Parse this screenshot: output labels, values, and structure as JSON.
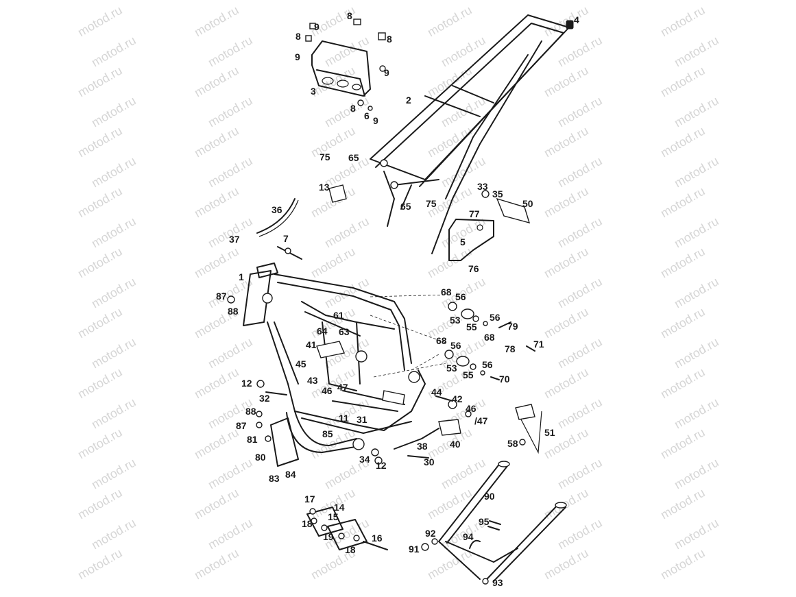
{
  "watermark": "motod.ru",
  "labels": {
    "l1": "1",
    "l2": "2",
    "l3": "3",
    "l4": "4",
    "l5": "5",
    "l6": "6",
    "l7": "7",
    "l8": "8",
    "l9": "9",
    "l11": "11",
    "l12": "12",
    "l13": "13",
    "l14": "14",
    "l15": "15",
    "l16": "16",
    "l17": "17",
    "l18": "18",
    "l19": "19",
    "l30": "30",
    "l31": "31",
    "l32": "32",
    "l33": "33",
    "l34": "34",
    "l35": "35",
    "l36": "36",
    "l37": "37",
    "l38": "38",
    "l40": "40",
    "l41": "41",
    "l42": "42",
    "l43": "43",
    "l44": "44",
    "l45": "45",
    "l46": "46",
    "l47": "47",
    "l50": "50",
    "l51": "51",
    "l53": "53",
    "l55": "55",
    "l56": "56",
    "l58": "58",
    "l61": "61",
    "l63": "63",
    "l64": "64",
    "l65": "65",
    "l68": "68",
    "l70": "70",
    "l71": "71",
    "l75": "75",
    "l76": "76",
    "l77": "77",
    "l78": "78",
    "l79": "79",
    "l80": "80",
    "l81": "81",
    "l83": "83",
    "l84": "84",
    "l85": "85",
    "l87": "87",
    "l88": "88",
    "l90": "90",
    "l91": "91",
    "l92": "92",
    "l93": "93",
    "l94": "94",
    "l95": "95",
    "l47slash": "/47"
  }
}
